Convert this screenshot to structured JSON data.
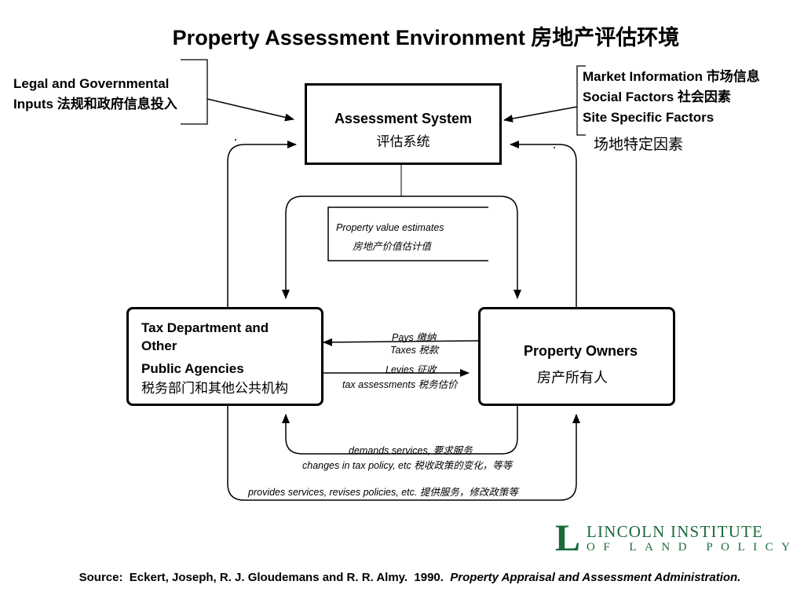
{
  "title": "Property Assessment Environment 房地产评估环境",
  "legal_inputs": {
    "line1": "Legal and Governmental",
    "line2": "Inputs 法规和政府信息投入"
  },
  "market_inputs": {
    "line1": "Market Information 市场信息",
    "line2": "Social Factors 社会因素",
    "line3": "Site Specific Factors",
    "line4": "场地特定因素"
  },
  "assessment_system": {
    "label_en": "Assessment System",
    "label_zh": "评估系统"
  },
  "property_value": {
    "line1": "Property value estimates",
    "line2": "房地产价值估计值"
  },
  "tax_department": {
    "line1": "Tax Department and",
    "line2": "Other",
    "line3": "Public Agencies",
    "line4": "税务部门和其他公共机构"
  },
  "property_owners": {
    "label_en": "Property Owners",
    "label_zh": "房产所有人"
  },
  "pays_taxes": {
    "line1": "Pays 缴纳",
    "line2": "Taxes 税款"
  },
  "levies": {
    "line1": "Levies 征收",
    "line2": "tax assessments 税务估价"
  },
  "demands": {
    "line1": "demands services, 要求服务",
    "line2": "changes in tax policy, etc 税收政策的变化，等等"
  },
  "provides": "provides services, revises policies, etc. 提供服务，修改政策等",
  "source": {
    "prefix": "Source:  Eckert, Joseph, R. J. Gloudemans and R. R. Almy.  1990.  ",
    "book": "Property Appraisal and Assessment Administration."
  },
  "logo": {
    "letter": "L",
    "line1": "LINCOLN INSTITUTE",
    "line2": "OF LAND POLICY",
    "color": "#1a6b3c"
  }
}
